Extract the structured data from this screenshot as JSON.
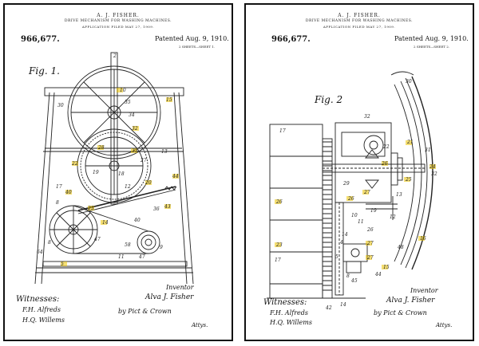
{
  "sheet1": {
    "inventor_name": "A. J. FISHER.",
    "title": "DRIVE MECHANISM FOR WASHING MACHINES.",
    "filed": "APPLICATION FILED MAY 27, 1909.",
    "patent_number": "966,677.",
    "patented": "Patented Aug. 9, 1910.",
    "sheets": "2 SHEETS—SHEET 1.",
    "figure": "Fig. 1.",
    "labels": [
      "2",
      "30",
      "10",
      "35",
      "34",
      "35",
      "32",
      "33",
      "28",
      "15",
      "22",
      "13",
      "27",
      "19",
      "18",
      "12",
      "20",
      "44",
      "17",
      "40",
      "17",
      "8",
      "36",
      "43",
      "14",
      "23",
      "27",
      "40",
      "47",
      "47",
      "43",
      "58",
      "8",
      "11",
      "32",
      "64",
      "5",
      "9"
    ],
    "witnesses": "Witnesses:",
    "witness_sigs": [
      "F.H. Alfreds",
      "H.Q. Willems"
    ],
    "inventor_label": "Inventor",
    "inventor_sig": "Alva J. Fisher",
    "by_line": "by Pict & Crown",
    "attys": "Attys."
  },
  "sheet2": {
    "inventor_name": "A. J. FISHER.",
    "title": "DRIVE MECHANISM FOR WASHING MACHINES.",
    "filed": "APPLICATION FILED MAY 27, 1909.",
    "patent_number": "966,677.",
    "patented": "Patented Aug. 9, 1910.",
    "sheets": "2 SHEETS—SHEET 2.",
    "figure": "Fig. 2",
    "labels": [
      "30",
      "17",
      "32",
      "22",
      "21",
      "31",
      "26",
      "25",
      "24",
      "27",
      "26",
      "32",
      "29",
      "19",
      "10",
      "11",
      "12",
      "13",
      "26",
      "23",
      "27",
      "27",
      "14",
      "15",
      "16",
      "45",
      "26",
      "4",
      "5",
      "8",
      "42",
      "17",
      "14",
      "44",
      "48"
    ],
    "witnesses": "Witnesses:",
    "witness_sigs": [
      "F.H. Alfreds",
      "H.Q. Willems"
    ],
    "inventor_label": "Inventor",
    "inventor_sig": "Alva J. Fisher",
    "by_line": "by Pict & Crown",
    "attys": "Attys."
  }
}
